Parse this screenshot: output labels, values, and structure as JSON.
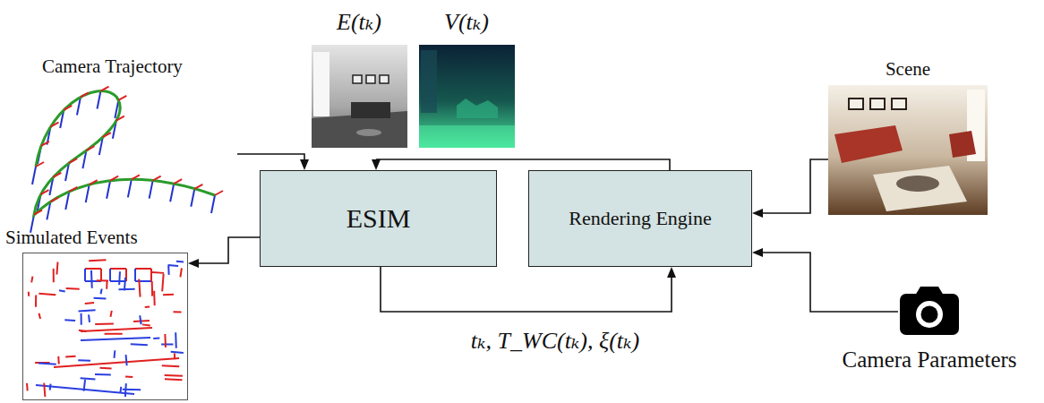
{
  "diagram": {
    "nodes": [
      {
        "text": [
          "Camera Trajectory"
        ]
      },
      {
        "text": [
          "Simulated Events"
        ]
      },
      {
        "text": [
          "ESIM"
        ]
      },
      {
        "text": [
          "Rendering Engine"
        ]
      },
      {
        "text": [
          "Scene"
        ]
      },
      {
        "text": [
          "Camera Parameters"
        ]
      }
    ],
    "edges": [
      {
        "from": 0,
        "to": 2,
        "arrow": "to"
      },
      {
        "from": 2,
        "to": 1,
        "arrow": "to"
      },
      {
        "from": 2,
        "to": 3,
        "arrow": "to",
        "label": "tₖ, T_WC(tₖ), ξ(tₖ)"
      },
      {
        "from": 3,
        "to": 2,
        "arrow": "to"
      },
      {
        "from": 4,
        "to": 3,
        "arrow": "to"
      },
      {
        "from": 5,
        "to": 3,
        "arrow": "to"
      }
    ],
    "labels": [
      "E(tₖ)",
      "V(tₖ)"
    ]
  }
}
